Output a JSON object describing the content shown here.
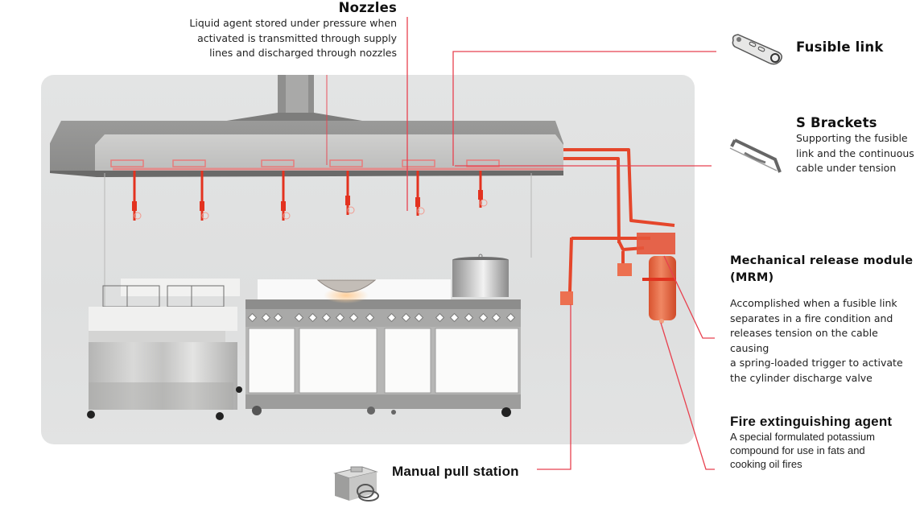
{
  "diagram": {
    "title": "Kitchen hood fire suppression system",
    "accent_color": "#e8414f",
    "pipe_color": "#e5462b",
    "callouts": {
      "nozzles": {
        "title": "Nozzles",
        "description": "Liquid agent stored under pressure when activated is transmitted through supply lines and discharged through nozzles",
        "lines": [
          "Liquid agent stored under pressure when",
          "activated is transmitted through supply",
          "lines and discharged through nozzles"
        ]
      },
      "fusible_link": {
        "title": "Fusible link",
        "icon": "fusible-link-icon"
      },
      "s_brackets": {
        "title": "S Brackets",
        "description": "Supporting the fusible link and the continuous cable under tension",
        "lines": [
          "Supporting the fusible",
          "link and the continuous",
          "cable under tension"
        ],
        "icon": "s-bracket-icon"
      },
      "mrm": {
        "title_lines": [
          "Mechanical release module",
          "(MRM)"
        ],
        "description": "Accomplished when a fusible link separates in a fire condition and releases tension on the cable causing a spring-loaded trigger to activate the cylinder discharge valve",
        "lines": [
          "Accomplished when a fusible link",
          "separates in a fire condition and",
          "releases tension on the cable causing",
          "a spring-loaded trigger to activate",
          "the cylinder discharge valve"
        ]
      },
      "agent": {
        "title": "Fire extinguishing agent",
        "description": "A special formulated potassium compound for use in fats and cooking oil fires",
        "lines": [
          "A special formulated potassium",
          "compound for use in fats and",
          "cooking oil fires"
        ]
      },
      "manual_pull": {
        "title": "Manual pull station",
        "icon": "manual-pull-station-icon"
      }
    },
    "components": [
      "exhaust-hood",
      "nozzle-array",
      "fryer",
      "range-with-ovens",
      "wok",
      "stock-pot",
      "supply-piping",
      "mrm-box",
      "agent-cylinder",
      "manual-pull-box"
    ],
    "nozzle_count": 6
  }
}
